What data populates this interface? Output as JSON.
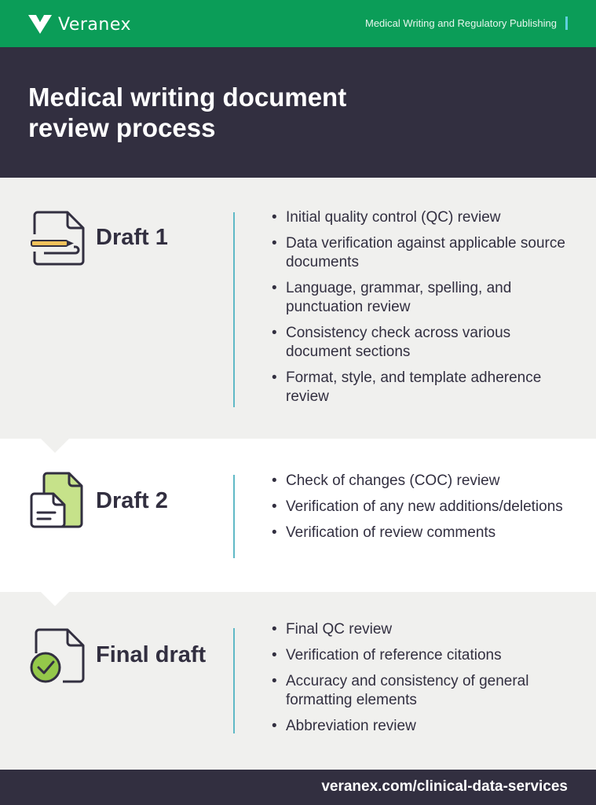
{
  "header": {
    "brand": "Veranex",
    "tagline": "Medical Writing and Regulatory Publishing"
  },
  "hero": {
    "title": "Medical writing document review process"
  },
  "colors": {
    "brand_green": "#0b9d58",
    "dark": "#322f40",
    "accent_teal": "#5fb9c6",
    "light_green": "#c6e28a",
    "section_grey": "#f0f0ee"
  },
  "stages": [
    {
      "label": "Draft 1",
      "icon": "document-pencil-icon",
      "items": [
        "Initial quality control (QC) review",
        "Data verification against applicable source documents",
        "Language, grammar, spelling, and punctuation review",
        "Consistency check across various document sections",
        "Format, style, and template adherence review"
      ]
    },
    {
      "label": "Draft 2",
      "icon": "stacked-documents-icon",
      "items": [
        "Check of changes (COC) review",
        "Verification of any new additions/deletions",
        "Verification of review comments"
      ]
    },
    {
      "label": "Final draft",
      "icon": "document-check-icon",
      "items": [
        "Final QC review",
        "Verification of reference citations",
        "Accuracy and consistency of general formatting elements",
        "Abbreviation review"
      ]
    }
  ],
  "footer": {
    "url": "veranex.com/clinical-data-services"
  }
}
